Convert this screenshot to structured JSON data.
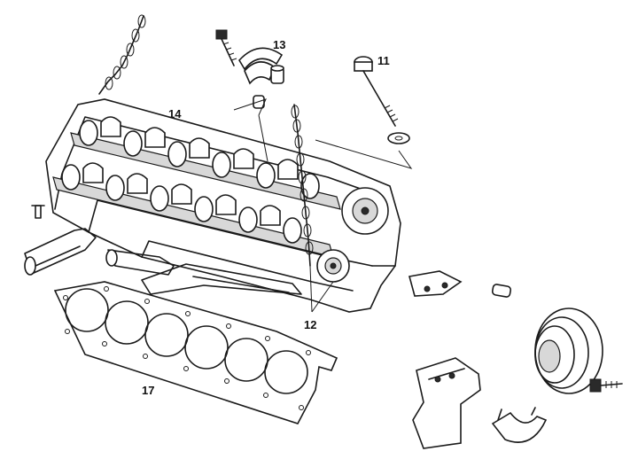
{
  "diagram": {
    "callouts": {
      "c11": "11",
      "c12": "12",
      "c13": "13",
      "c14": "14",
      "c17": "17"
    }
  }
}
